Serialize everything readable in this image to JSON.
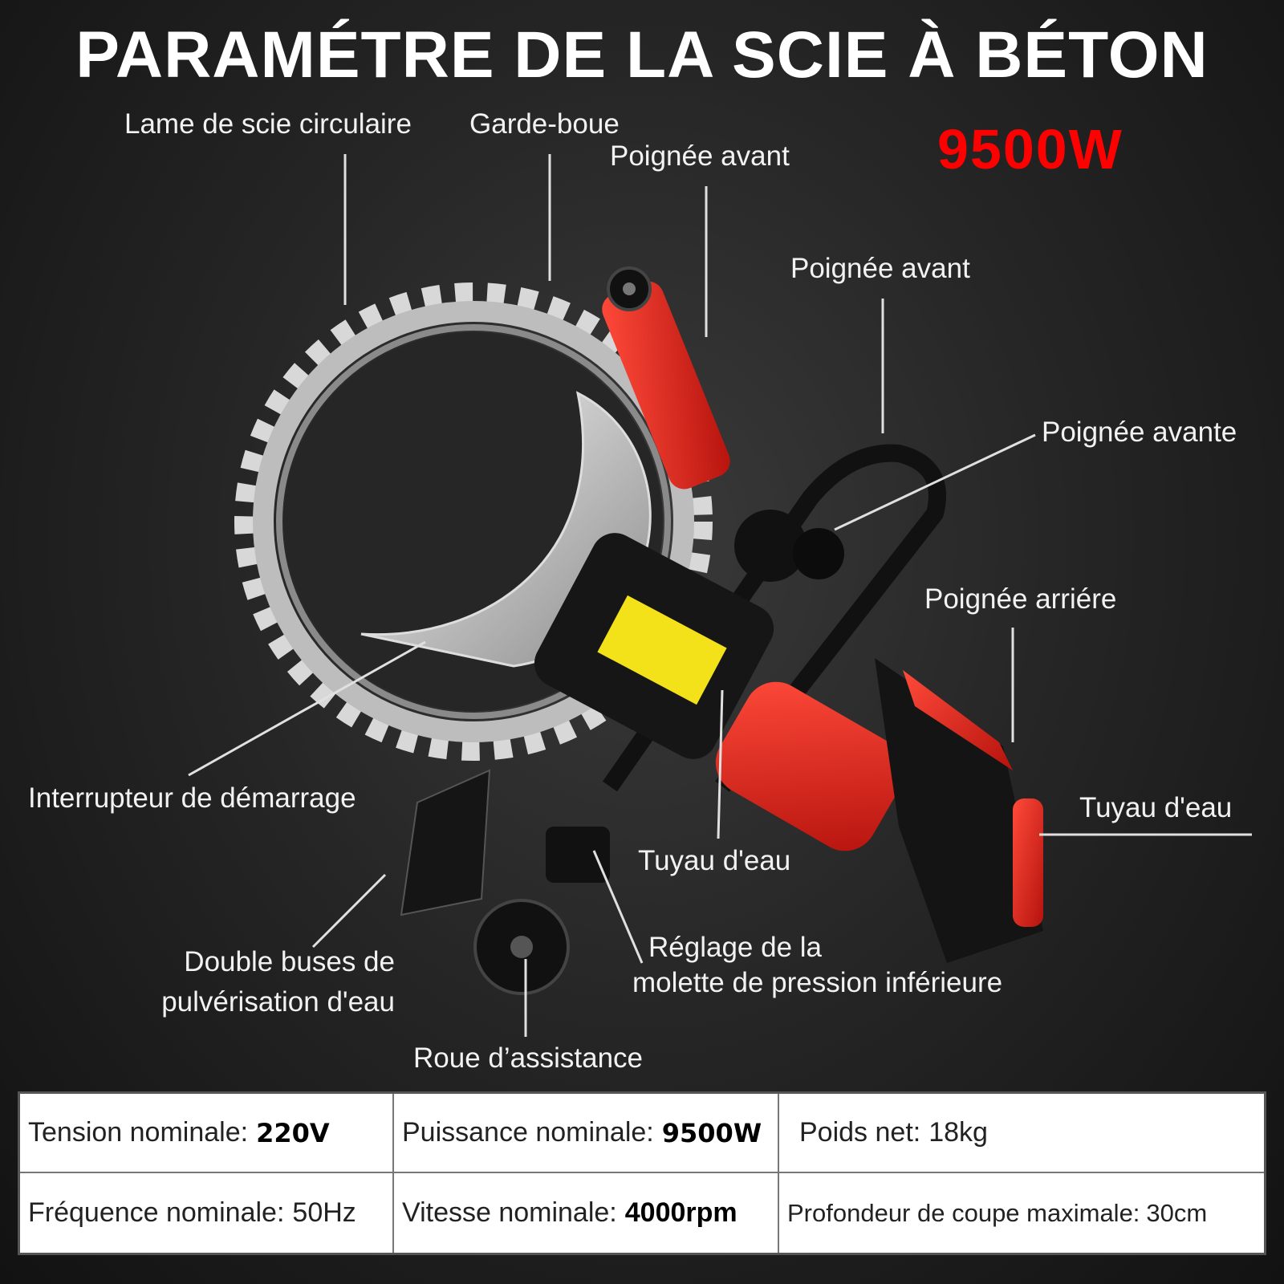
{
  "title": "PARAMÉTRE DE LA SCIE À BÉTON",
  "power_badge": "9500W",
  "labels": {
    "blade": "Lame de scie circulaire",
    "mudguard": "Garde-boue",
    "front_handle_1": "Poignée avant",
    "front_handle_2": "Poignée avant",
    "front_handle_3": "Poignée avante",
    "rear_handle": "Poignée arriére",
    "water_pipe_right": "Tuyau d'eau",
    "start_switch": "Interrupteur de démarrage",
    "water_pipe_center": "Tuyau d'eau",
    "nozzles_line1": "Double buses de",
    "nozzles_line2": "pulvérisation d'eau",
    "pressure_line1": "Réglage de la",
    "pressure_line2": "molette de pression inférieure",
    "assist_wheel": "Roue d’assistance"
  },
  "specs": [
    {
      "label": "Tension nominale:",
      "value": "220V"
    },
    {
      "label": "Puissance nominale:",
      "value": "9500W"
    },
    {
      "label": "Poids net:",
      "value": "18kg"
    },
    {
      "label": "Fréquence nominale:",
      "value": "50Hz"
    },
    {
      "label": "Vitesse nominale:",
      "value": "4000rpm"
    },
    {
      "label": "Profondeur de coupe maximale:",
      "value": "30cm"
    }
  ],
  "colors": {
    "accent_red": "#ff0000",
    "tool_red": "#e0241c",
    "background": "#2a2a2a"
  }
}
